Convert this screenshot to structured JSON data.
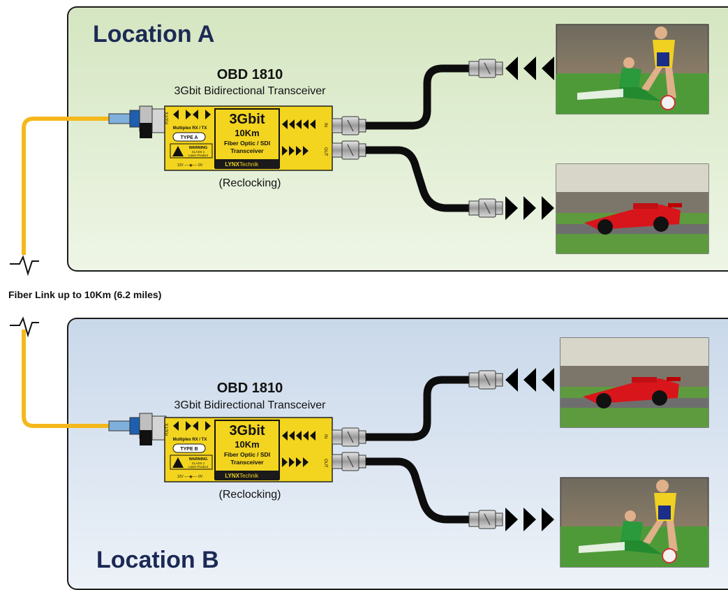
{
  "location_a": {
    "title": "Location A",
    "device": {
      "model": "OBD 1810",
      "description": "3Gbit Bidirectional Transceiver",
      "note": "(Reclocking)",
      "face": {
        "rate": "3Gbit",
        "distance": "10Km",
        "line1": "Fiber Optic / SDI",
        "line2": "Transceiver",
        "mux": "Multiplex RX / TX",
        "type": "TYPE A",
        "warning": "WARNING",
        "laser": "CLASS 1",
        "laser2": "Laser Product",
        "brand_a": "LYNX",
        "brand_b": "Technik",
        "rxtx": "RX/TX",
        "in": "IN",
        "out": "OUT",
        "power": "12V  ──◉──  0V"
      }
    },
    "images": [
      "soccer-photo",
      "race-car-photo"
    ]
  },
  "link_label": "Fiber Link up to 10Km (6.2 miles)",
  "location_b": {
    "title": "Location B",
    "device": {
      "model": "OBD 1810",
      "description": "3Gbit Bidirectional Transceiver",
      "note": "(Reclocking)",
      "face": {
        "rate": "3Gbit",
        "distance": "10Km",
        "line1": "Fiber Optic / SDI",
        "line2": "Transceiver",
        "mux": "Multiplex RX / TX",
        "type": "TYPE B",
        "warning": "WARNING",
        "laser": "CLASS 1",
        "laser2": "Laser Product",
        "brand_a": "LYNX",
        "brand_b": "Technik",
        "rxtx": "RX/TX",
        "in": "IN",
        "out": "OUT",
        "power": "12V  ──◉──  0V"
      }
    },
    "images": [
      "race-car-photo",
      "soccer-photo"
    ]
  },
  "colors": {
    "fiber": "#f5b81c",
    "device": "#f3d41f",
    "navy": "#1b2a55",
    "cable": "#0d0d0d"
  }
}
